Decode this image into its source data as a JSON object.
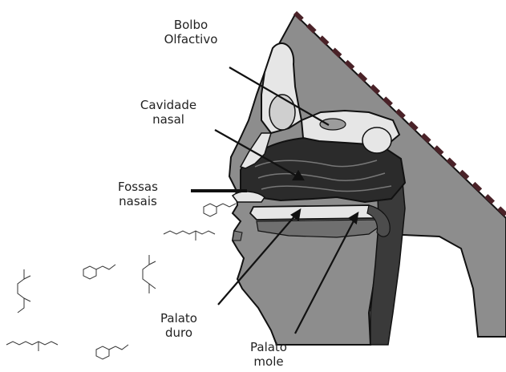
{
  "labels": {
    "bulbo_line1": "Bolbo",
    "bulbo_line2": "Olfactivo",
    "cavidade_line1": "Cavidade",
    "cavidade_line2": "nasal",
    "fossas_line1": "Fossas",
    "fossas_line2": "nasais",
    "palato_duro_line1": "Palato",
    "palato_duro_line2": "duro",
    "palato_mole_line1": "Palato",
    "palato_mole_line2": "mole"
  },
  "colors": {
    "head_fill": "#8d8d8d",
    "nasal_cavity": "#2b2b2b",
    "bone": "#e6e6e6",
    "outline": "#111111",
    "border_dashes": "#4a2228"
  }
}
